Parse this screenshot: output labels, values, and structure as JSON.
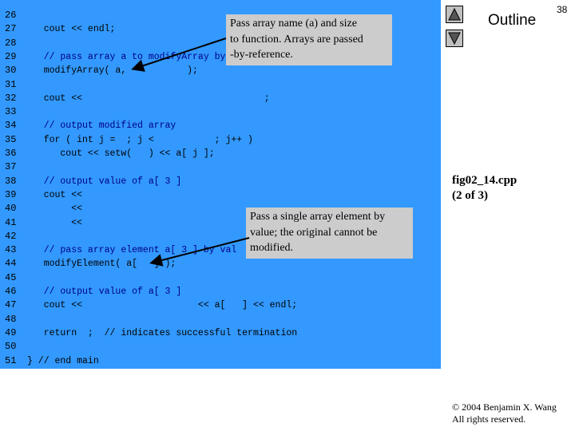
{
  "slide": {
    "outline_label": "Outline",
    "page_number": "38",
    "file_name": "fig02_14.cpp",
    "file_part": "(2 of 3)",
    "copyright": "© 2004 Benjamin X. Wang",
    "rights": "All rights reserved.",
    "nav": {
      "up_icon": "triangle-up-icon",
      "down_icon": "triangle-down-icon"
    }
  },
  "code": {
    "lines": [
      {
        "n": "26",
        "text": ""
      },
      {
        "n": "27",
        "text": "   cout << endl;"
      },
      {
        "n": "28",
        "text": ""
      },
      {
        "n": "29",
        "text": "   // pass array a to modifyArray by"
      },
      {
        "n": "30",
        "text": "   modifyArray( a,           );"
      },
      {
        "n": "31",
        "text": ""
      },
      {
        "n": "32",
        "text": "   cout <<                                 ;"
      },
      {
        "n": "33",
        "text": ""
      },
      {
        "n": "34",
        "text": "   // output modified array"
      },
      {
        "n": "35",
        "text": "   for ( int j =  ; j <           ; j++ )"
      },
      {
        "n": "36",
        "text": "      cout << setw(   ) << a[ j ];"
      },
      {
        "n": "37",
        "text": ""
      },
      {
        "n": "38",
        "text": "   // output value of a[ 3 ]"
      },
      {
        "n": "39",
        "text": "   cout <<"
      },
      {
        "n": "40",
        "text": "        <<"
      },
      {
        "n": "41",
        "text": "        <<"
      },
      {
        "n": "42",
        "text": ""
      },
      {
        "n": "43",
        "text": "   // pass array element a[ 3 ] by val"
      },
      {
        "n": "44",
        "text": "   modifyElement( a[   ] );"
      },
      {
        "n": "45",
        "text": ""
      },
      {
        "n": "46",
        "text": "   // output value of a[ 3 ]"
      },
      {
        "n": "47",
        "text": "   cout <<                     << a[   ] << endl;"
      },
      {
        "n": "48",
        "text": ""
      },
      {
        "n": "49",
        "text": "   return  ;  // indicates successful termination"
      },
      {
        "n": "50",
        "text": ""
      },
      {
        "n": "51",
        "text": "} // end main"
      }
    ]
  },
  "callouts": [
    {
      "id": "callout-array",
      "lines": [
        "Pass array name (a) and size",
        "to function. Arrays are passed",
        "-by-reference."
      ]
    },
    {
      "id": "callout-element",
      "lines": [
        "Pass a single array element by",
        "value; the original cannot be",
        "modified."
      ]
    }
  ]
}
